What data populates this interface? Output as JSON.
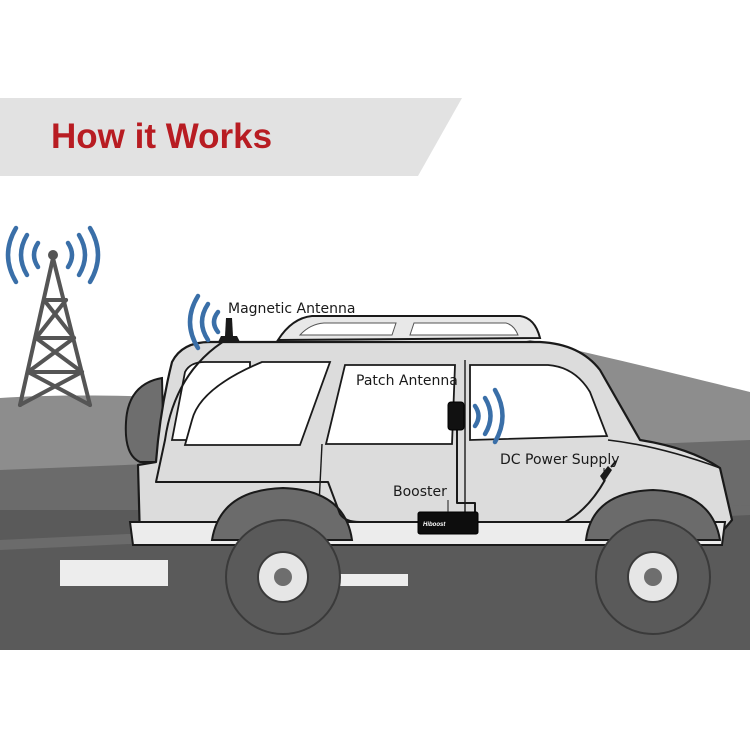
{
  "banner": {
    "title": "How it Works",
    "title_color": "#b81c22",
    "background_color": "#e2e2e2"
  },
  "labels": {
    "magnetic_antenna": "Magnetic Antenna",
    "patch_antenna": "Patch Antenna",
    "dc_power_supply": "DC Power Supply",
    "booster": "Booster"
  },
  "booster_device": {
    "brand_text": "Hiboost"
  },
  "colors": {
    "signal_wave": "#3a6fa8",
    "vehicle_body": "#dcdcdc",
    "vehicle_outline": "#1a1a1a",
    "ground_dark": "#6b6b6b",
    "road": "#545454",
    "tower": "#555555"
  },
  "icons": [
    "cell-tower-icon",
    "signal-wave-icon",
    "magnetic-antenna-icon",
    "patch-antenna-icon",
    "booster-icon",
    "power-plug-icon"
  ]
}
